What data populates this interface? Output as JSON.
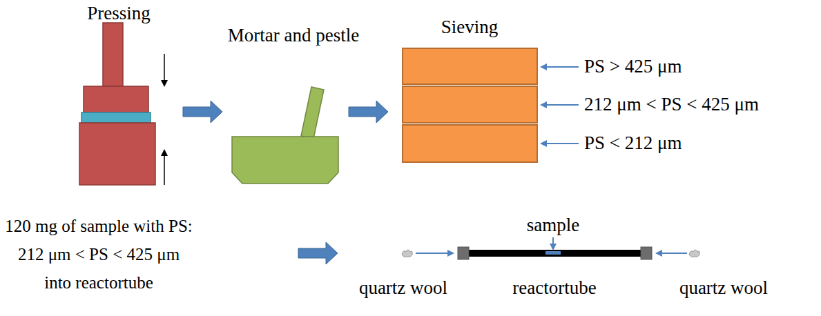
{
  "diagram": {
    "labels": [
      "Pressing",
      "Mortar and pestle",
      "Sieving",
      "PS > 425 μm",
      "212 μm < PS < 425 μm",
      "PS < 212 μm",
      "120 mg of sample with PS: 212 μm < PS < 425 μm into reactortube",
      "sample",
      "quartz wool",
      "reactortube",
      "quartz wool"
    ]
  }
}
